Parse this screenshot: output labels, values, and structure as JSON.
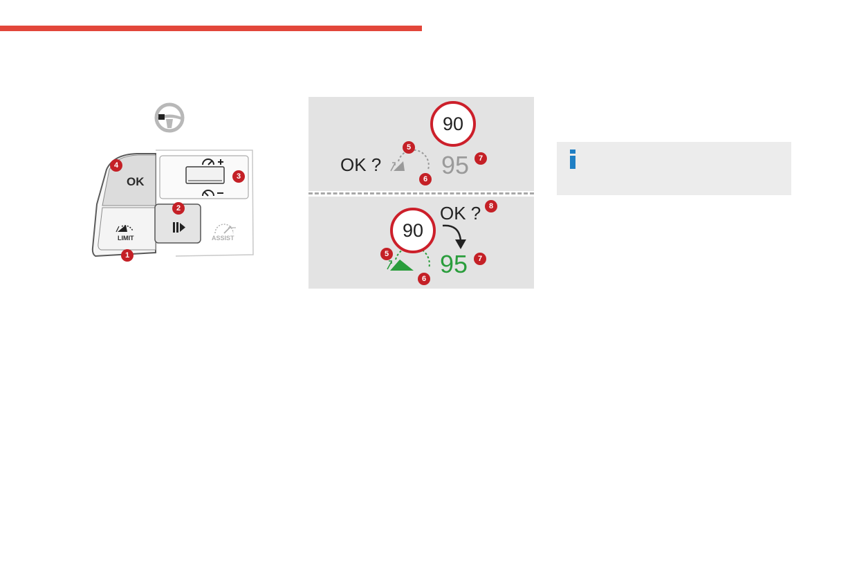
{
  "colors": {
    "accent_bar": "#e2463a",
    "badge": "#c42026",
    "sign_border": "#cc1f2a",
    "speed_grey": "#9a9a9a",
    "speed_green": "#2a9d3c",
    "info_blue": "#1f7fc4"
  },
  "icons": [
    "steering-wheel-icon",
    "speed-limiter-icon",
    "pause-resume-icon",
    "speed-plus-icon",
    "speed-minus-icon",
    "assist-icon",
    "curved-arrow-icon",
    "info-icon"
  ],
  "controls": {
    "ok_label": "OK",
    "limit_label": "LIMIT",
    "assist_label": "ASSIST",
    "callouts": {
      "c1": "1",
      "c2": "2",
      "c3": "3",
      "c4": "4"
    }
  },
  "panel_top": {
    "sign_value": "90",
    "prompt": "OK ?",
    "speed": "95",
    "callouts": {
      "c5": "5",
      "c6": "6",
      "c7": "7"
    }
  },
  "panel_bottom": {
    "sign_value": "90",
    "prompt": "OK ?",
    "speed": "95",
    "callouts": {
      "c5": "5",
      "c6": "6",
      "c7": "7",
      "c8": "8"
    }
  }
}
